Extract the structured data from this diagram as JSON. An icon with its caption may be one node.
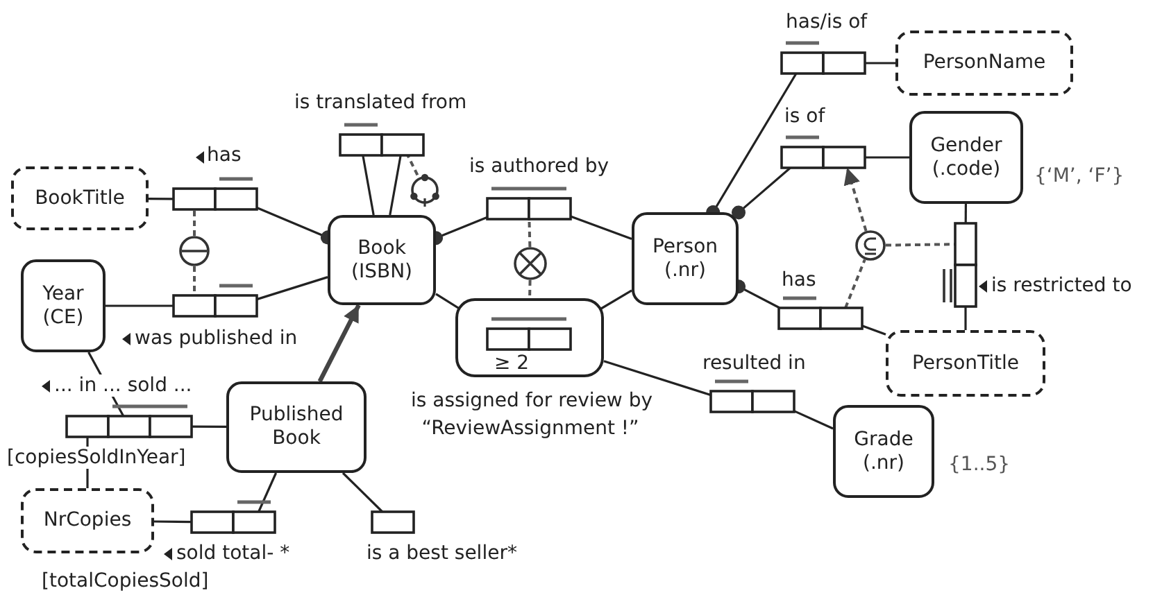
{
  "diagram": {
    "nodes": [
      {
        "text": [
          "has/is of"
        ]
      },
      {
        "text": [
          "PersonName"
        ]
      },
      {
        "text": [
          "is translated from"
        ]
      },
      {
        "text": [
          "is of"
        ]
      },
      {
        "text": [
          "Gender (.code)"
        ]
      },
      {
        "text": [
          "has"
        ]
      },
      {
        "text": [
          "BookTitle"
        ]
      },
      {
        "text": [
          "is authored by"
        ]
      },
      {
        "text": [],
        "shape": "circle"
      },
      {
        "text": [
          "Book (ISBN)"
        ]
      },
      {
        "text": [
          "Person (.nr)"
        ]
      },
      {
        "text": [],
        "shape": "circle"
      },
      {
        "text": [],
        "shape": "circle"
      },
      {
        "text": [
          "is restricted to"
        ]
      },
      {
        "text": [],
        "shape": "circle"
      },
      {
        "text": [
          "Year (CE)"
        ]
      },
      {
        "text": [
          "was published in"
        ]
      },
      {
        "text": [
          "has"
        ]
      },
      {
        "text": [
          "is assigned for review by",
          "“ReviewAssignment !”"
        ]
      },
      {
        "text": [
          "≥ 2"
        ],
        "in": 18
      },
      {
        "text": [
          "PersonTitle"
        ]
      },
      {
        "text": [
          "... in ... sold ...",
          "[copiesSoldInYear]"
        ]
      },
      {
        "text": [
          "resulted in"
        ]
      },
      {
        "text": [
          "Published Book"
        ]
      },
      {
        "text": [
          "Grade (.nr)"
        ]
      },
      {
        "text": [
          "NrCopies"
        ]
      },
      {
        "text": [
          "sold total- *",
          "[totalCopiesSold]"
        ]
      },
      {
        "text": [
          "is a best seller*"
        ]
      },
      {
        "text": [
          "{‘M’, ‘F’}"
        ]
      },
      {
        "text": [
          "{1..5}"
        ]
      }
    ],
    "edges": [
      {
        "from": 0,
        "to": 10,
        "arrow": "other"
      },
      {
        "from": 0,
        "to": 1,
        "arrow": "none"
      },
      {
        "from": 2,
        "to": 9,
        "arrow": "none"
      },
      {
        "from": 2,
        "to": 9,
        "arrow": "none"
      },
      {
        "from": 3,
        "to": 10,
        "arrow": "other"
      },
      {
        "from": 3,
        "to": 4,
        "arrow": "none"
      },
      {
        "from": 5,
        "to": 6,
        "arrow": "none"
      },
      {
        "from": 5,
        "to": 9,
        "arrow": "other"
      },
      {
        "from": 7,
        "to": 9,
        "arrow": "other"
      },
      {
        "from": 7,
        "to": 10,
        "arrow": "none"
      },
      {
        "from": 8,
        "to": 2,
        "arrow": "none",
        "style": "dashed"
      },
      {
        "from": 11,
        "to": 5,
        "arrow": "none",
        "style": "dashed"
      },
      {
        "from": 11,
        "to": 16,
        "arrow": "none",
        "style": "dashed"
      },
      {
        "from": 17,
        "to": 12,
        "arrow": "none",
        "style": "dashed"
      },
      {
        "from": 12,
        "to": 3,
        "arrow": "to",
        "style": "dashed"
      },
      {
        "from": 12,
        "to": 13,
        "arrow": "none",
        "style": "dashed"
      },
      {
        "from": 13,
        "to": 4,
        "arrow": "none"
      },
      {
        "from": 13,
        "to": 20,
        "arrow": "none"
      },
      {
        "from": 14,
        "to": 7,
        "arrow": "none",
        "style": "dashed"
      },
      {
        "from": 14,
        "to": 19,
        "arrow": "none",
        "style": "dashed"
      },
      {
        "from": 16,
        "to": 15,
        "arrow": "none"
      },
      {
        "from": 16,
        "to": 9,
        "arrow": "none"
      },
      {
        "from": 17,
        "to": 10,
        "arrow": "other"
      },
      {
        "from": 17,
        "to": 20,
        "arrow": "none"
      },
      {
        "from": 19,
        "to": 9,
        "arrow": "none"
      },
      {
        "from": 19,
        "to": 10,
        "arrow": "none"
      },
      {
        "from": 21,
        "to": 15,
        "arrow": "none"
      },
      {
        "from": 21,
        "to": 23,
        "arrow": "none"
      },
      {
        "from": 21,
        "to": 25,
        "arrow": "none"
      },
      {
        "from": 22,
        "to": 18,
        "arrow": "none"
      },
      {
        "from": 22,
        "to": 24,
        "arrow": "none"
      },
      {
        "from": 23,
        "to": 9,
        "arrow": "to",
        "style": "thick"
      },
      {
        "from": 26,
        "to": 25,
        "arrow": "none"
      },
      {
        "from": 26,
        "to": 23,
        "arrow": "none"
      },
      {
        "from": 27,
        "to": 23,
        "arrow": "none"
      }
    ]
  }
}
